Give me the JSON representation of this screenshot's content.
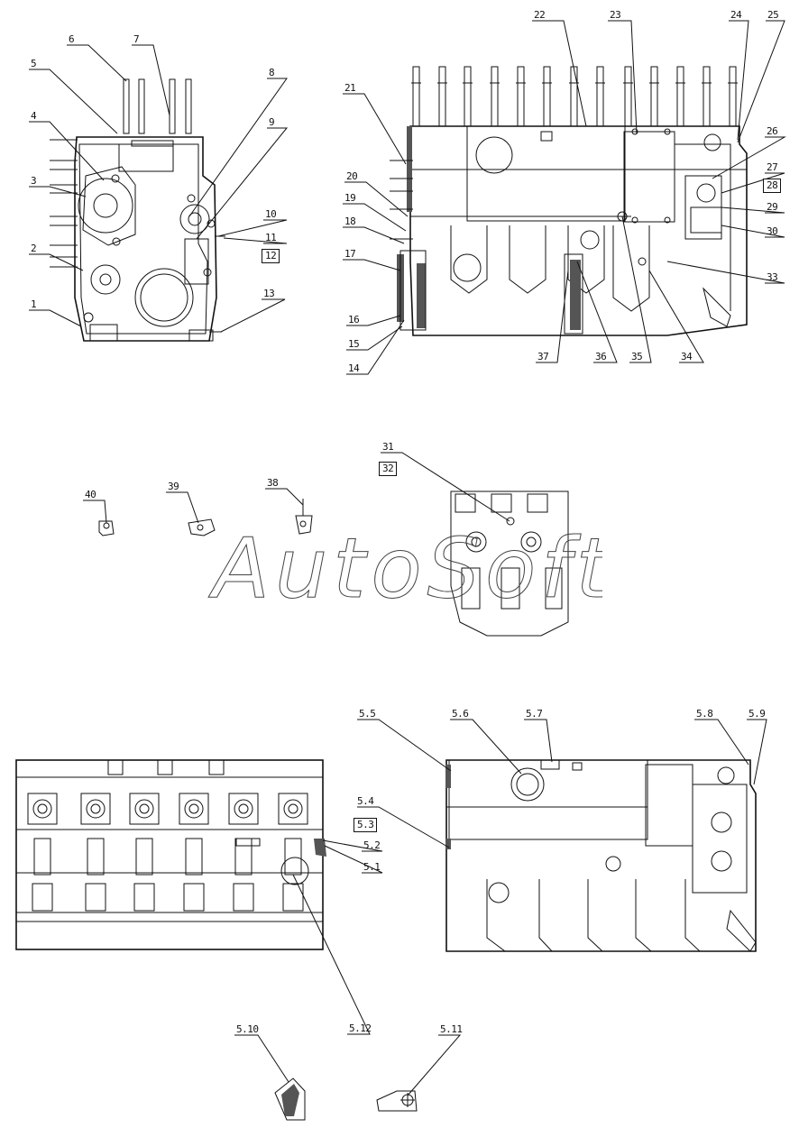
{
  "watermark": "AutoSoft",
  "callouts": {
    "c1": "1",
    "c2": "2",
    "c3": "3",
    "c4": "4",
    "c5": "5",
    "c6": "6",
    "c7": "7",
    "c8": "8",
    "c9": "9",
    "c10": "10",
    "c11": "11",
    "c12": "12",
    "c13": "13",
    "c14": "14",
    "c15": "15",
    "c16": "16",
    "c17": "17",
    "c18": "18",
    "c19": "19",
    "c20": "20",
    "c21": "21",
    "c22": "22",
    "c23": "23",
    "c24": "24",
    "c25": "25",
    "c26": "26",
    "c27": "27",
    "c28": "28",
    "c29": "29",
    "c30": "30",
    "c31": "31",
    "c32": "32",
    "c33": "33",
    "c34": "34",
    "c35": "35",
    "c36": "36",
    "c37": "37",
    "c38": "38",
    "c39": "39",
    "c40": "40",
    "c5_1": "5.1",
    "c5_2": "5.2",
    "c5_3": "5.3",
    "c5_4": "5.4",
    "c5_5": "5.5",
    "c5_6": "5.6",
    "c5_7": "5.7",
    "c5_8": "5.8",
    "c5_9": "5.9",
    "c5_10": "5.10",
    "c5_11": "5.11",
    "c5_12": "5.12"
  }
}
